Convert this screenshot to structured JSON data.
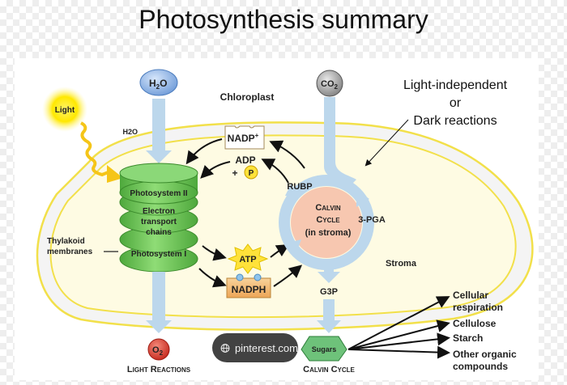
{
  "title": "Photosynthesis summary",
  "colors": {
    "chloroplast_fill": "#fefbe3",
    "membrane_yellow": "#f2e04a",
    "membrane_gap": "#eeeeee",
    "arrow_blue": "#bcd7ec",
    "thylakoid_green": "#6cc25a",
    "calvin_fill": "#f7c7b0",
    "nadph_box": "#f3b96b",
    "atp_star": "#ffe23a",
    "o2_red": "#d9352a",
    "sugar_green": "#6ec27a"
  },
  "diagram": {
    "inputs": {
      "h2o": "H2O",
      "h2o_base": "H",
      "h2o_sub": "2",
      "h2o_tail": "O",
      "co2_base": "CO",
      "co2_sub": "2",
      "light": "Light"
    },
    "chloroplast_label": "Chloroplast",
    "annotation": {
      "line1": "Light-independent",
      "line2": "or",
      "line3": "Dark reactions"
    },
    "carriers": {
      "nadp": "NADP",
      "nadp_sup": "+",
      "adp": "ADP",
      "plus": "+",
      "p": "P",
      "atp": "ATP",
      "nadph": "NADPH"
    },
    "thylakoid": {
      "ps2": "Photosystem II",
      "etc1": "Electron",
      "etc2": "transport",
      "etc3": "chains",
      "ps1": "Photosystem I",
      "membrane1": "Thylakoid",
      "membrane2": "membranes"
    },
    "calvin": {
      "line1": "Calvin",
      "line2": "Cycle",
      "line3": "(in stroma)",
      "rubp": "RUBP",
      "pga": "3-PGA",
      "g3p": "G3P",
      "stroma": "Stroma"
    },
    "outputs": {
      "o2_base": "O",
      "o2_sub": "2",
      "sugars": "Sugars",
      "light_reactions": "Light Reactions",
      "calvin_cycle": "Calvin Cycle"
    },
    "products": [
      "Cellular",
      "respiration",
      "Cellulose",
      "Starch",
      "Other organic",
      "compounds"
    ]
  },
  "overlay": {
    "source": "pinterest.com"
  }
}
